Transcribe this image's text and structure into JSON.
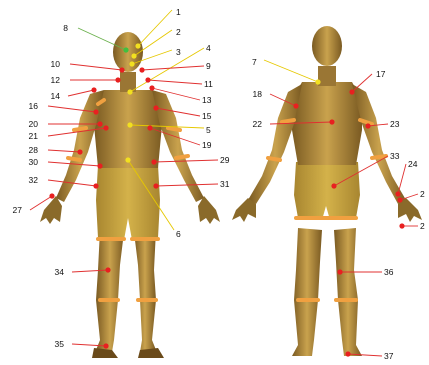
{
  "figure": {
    "description_free": true,
    "views": [
      "front",
      "back"
    ],
    "colors": {
      "skin": "#b08a3c",
      "skin_dark": "#7a5a22",
      "skin_light": "#c9a24d",
      "shorts": "#c8a640",
      "shorts_shade": "#a88630",
      "band": "#f0a040",
      "marker_red": "#e82020",
      "marker_yellow": "#f2e020",
      "marker_green": "#40c040",
      "line_red": "#e03030",
      "line_yellow": "#e6c800",
      "line_green": "#6ab04c"
    },
    "labels": [
      {
        "id": "1",
        "text": "1"
      },
      {
        "id": "2",
        "text": "2"
      },
      {
        "id": "3",
        "text": "3"
      },
      {
        "id": "4",
        "text": "4"
      },
      {
        "id": "5",
        "text": "5"
      },
      {
        "id": "6",
        "text": "6"
      },
      {
        "id": "7",
        "text": "7"
      },
      {
        "id": "8",
        "text": "8"
      },
      {
        "id": "9",
        "text": "9"
      },
      {
        "id": "10",
        "text": "10"
      },
      {
        "id": "11",
        "text": "11"
      },
      {
        "id": "12",
        "text": "12"
      },
      {
        "id": "13",
        "text": "13"
      },
      {
        "id": "14",
        "text": "14"
      },
      {
        "id": "15",
        "text": "15"
      },
      {
        "id": "16",
        "text": "16"
      },
      {
        "id": "17",
        "text": "17"
      },
      {
        "id": "18",
        "text": "18"
      },
      {
        "id": "19",
        "text": "19"
      },
      {
        "id": "20",
        "text": "20"
      },
      {
        "id": "21",
        "text": "21"
      },
      {
        "id": "22",
        "text": "22"
      },
      {
        "id": "23",
        "text": "23"
      },
      {
        "id": "24",
        "text": "24"
      },
      {
        "id": "25",
        "text": "2"
      },
      {
        "id": "26",
        "text": "2"
      },
      {
        "id": "27",
        "text": "27"
      },
      {
        "id": "28",
        "text": "28"
      },
      {
        "id": "29",
        "text": "29"
      },
      {
        "id": "30",
        "text": "30"
      },
      {
        "id": "31",
        "text": "31"
      },
      {
        "id": "32",
        "text": "32"
      },
      {
        "id": "33",
        "text": "33"
      },
      {
        "id": "34",
        "text": "34"
      },
      {
        "id": "35",
        "text": "35"
      },
      {
        "id": "36",
        "text": "36"
      },
      {
        "id": "37",
        "text": "37"
      }
    ]
  }
}
